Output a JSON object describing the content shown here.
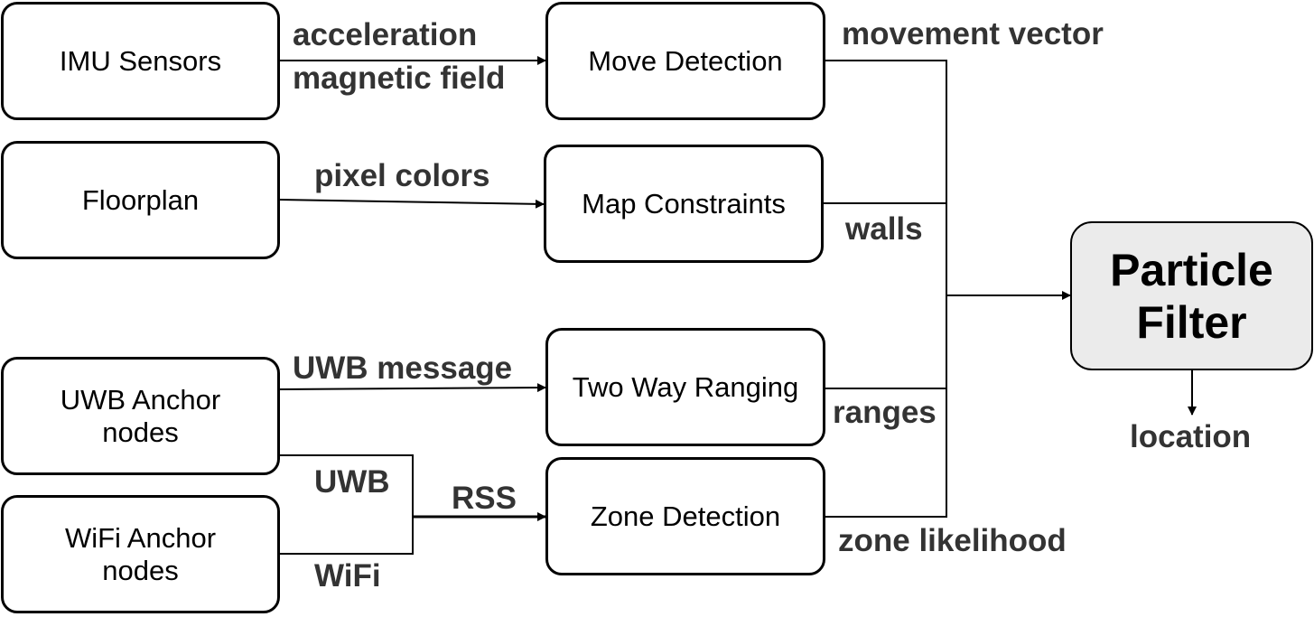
{
  "boxes": {
    "imu": "IMU Sensors",
    "floorplan": "Floorplan",
    "uwb_anchor": "UWB Anchor nodes",
    "wifi_anchor": "WiFi Anchor nodes",
    "move_detection": "Move Detection",
    "map_constraints": "Map Constraints",
    "two_way_ranging": "Two Way Ranging",
    "zone_detection": "Zone Detection",
    "particle_filter": "Particle Filter"
  },
  "labels": {
    "acceleration": "acceleration",
    "magnetic_field": "magnetic field",
    "pixel_colors": "pixel colors",
    "uwb_message": "UWB message",
    "uwb": "UWB",
    "rss": "RSS",
    "wifi": "WiFi",
    "movement_vector": "movement vector",
    "walls": "walls",
    "ranges": "ranges",
    "zone_likelihood": "zone likelihood",
    "location": "location"
  },
  "colors": {
    "box_border": "#000000",
    "particle_filter_fill": "#ebebeb",
    "label_text": "#333333"
  }
}
